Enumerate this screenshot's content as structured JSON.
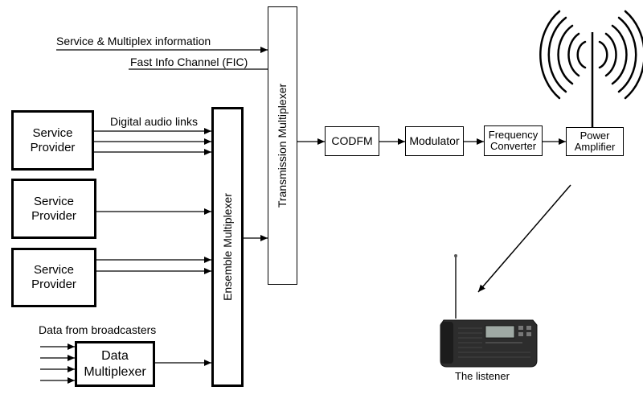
{
  "labels": {
    "service_info": "Service & Multiplex information",
    "fic": "Fast Info Channel (FIC)",
    "digital_audio_links": "Digital audio links",
    "data_from_broadcasters": "Data from broadcasters",
    "listener": "The listener"
  },
  "service_providers": [
    {
      "line1": "Service",
      "line2": "Provider"
    },
    {
      "line1": "Service",
      "line2": "Provider"
    },
    {
      "line1": "Service",
      "line2": "Provider"
    }
  ],
  "data_multiplexer": {
    "line1": "Data",
    "line2": "Multiplexer"
  },
  "ensemble_multiplexer": "Ensemble Multiplexer",
  "transmission_multiplexer": "Transmission Multiplexer",
  "chain": {
    "codfm": "CODFM",
    "modulator": "Modulator",
    "freq_line1": "Frequency",
    "freq_line2": "Converter",
    "amp_line1": "Power",
    "amp_line2": "Amplifier"
  }
}
